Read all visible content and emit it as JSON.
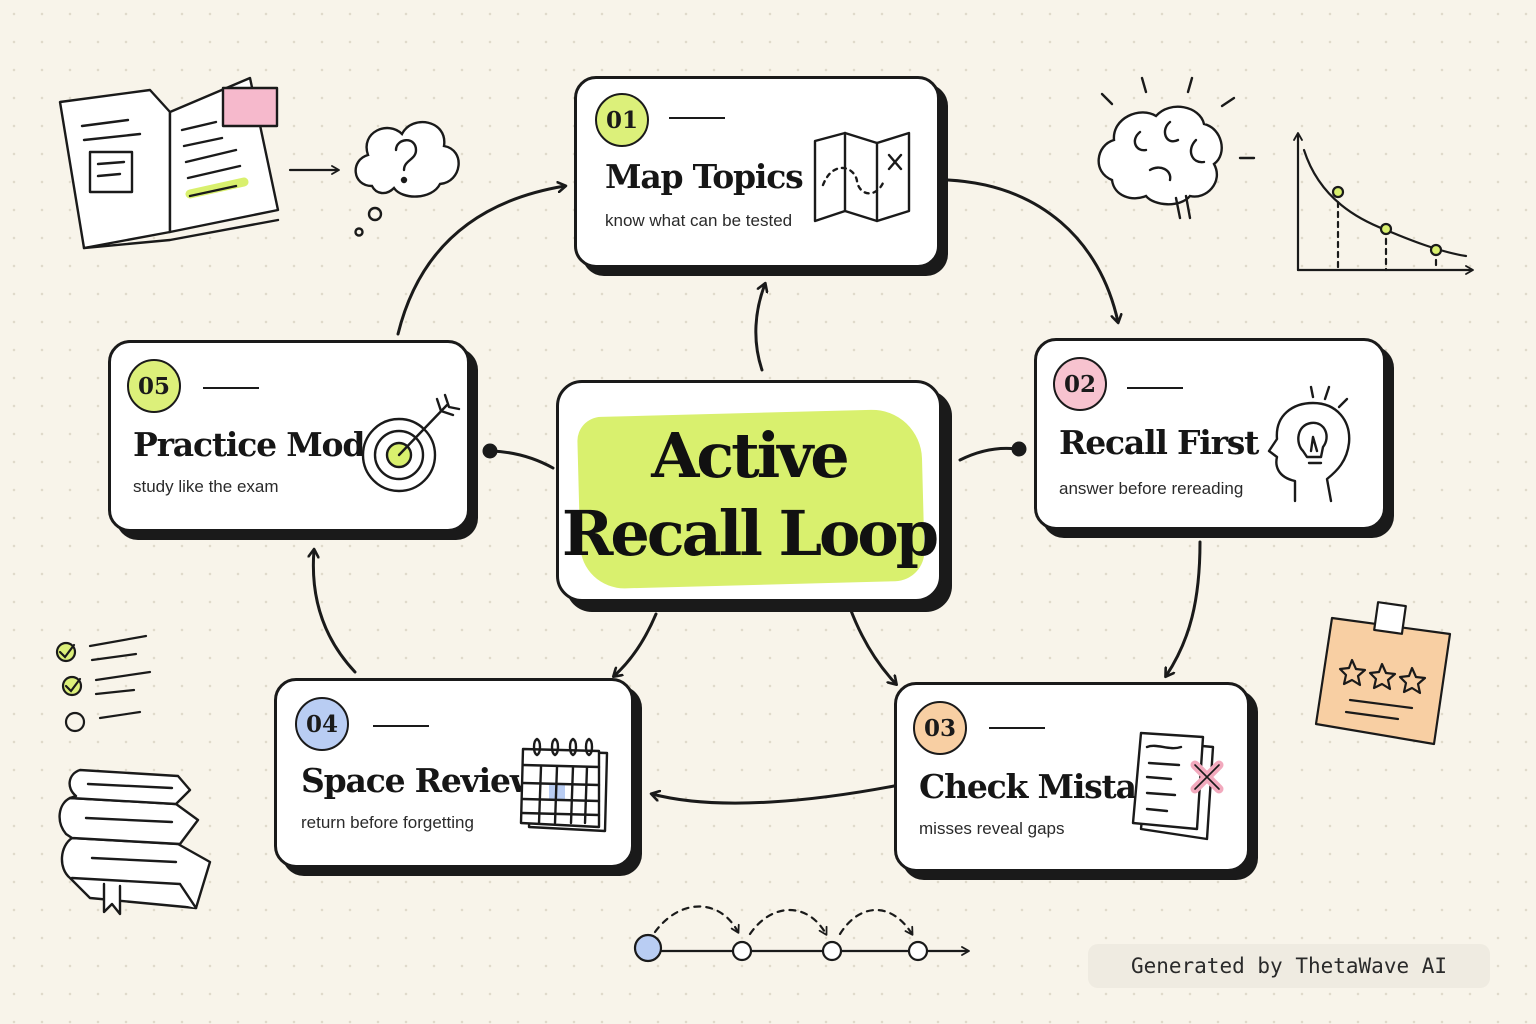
{
  "title": "Active Recall Loop",
  "title_lines": [
    "Active",
    "Recall Loop"
  ],
  "colors": {
    "background": "#f8f4ea",
    "highlight": "#d9f06e",
    "badge_green": "#dcf07a",
    "badge_pink": "#f7c3cf",
    "badge_orange": "#f8cfa3",
    "badge_blue": "#b9cdf3",
    "ink": "#1a1a1a"
  },
  "steps": [
    {
      "id": "map-topics",
      "number": "01",
      "title": "Map Topics",
      "subtitle": "know what can be tested",
      "icon": "map-icon",
      "badge_color": "#dcf07a"
    },
    {
      "id": "recall-first",
      "number": "02",
      "title": "Recall First",
      "subtitle": "answer before rereading",
      "icon": "head-lightbulb-icon",
      "badge_color": "#f7c3cf"
    },
    {
      "id": "check-mistakes",
      "number": "03",
      "title": "Check Mistakes",
      "subtitle": "misses reveal gaps",
      "icon": "document-x-icon",
      "badge_color": "#f8cfa3"
    },
    {
      "id": "space-review",
      "number": "04",
      "title": "Space Review",
      "subtitle": "return before forgetting",
      "icon": "calendar-icon",
      "badge_color": "#b9cdf3"
    },
    {
      "id": "practice-mode",
      "number": "05",
      "title": "Practice Mode",
      "subtitle": "study like the exam",
      "icon": "target-icon",
      "badge_color": "#dcf07a"
    }
  ],
  "flow": [
    "01",
    "02",
    "03",
    "04",
    "05",
    "01"
  ],
  "decorations": [
    "open-book-icon",
    "question-cloud-icon",
    "brain-icon",
    "forgetting-curve-icon",
    "sticky-note-stars-icon",
    "checklist-icon",
    "book-stack-icon",
    "spaced-timeline-icon"
  ],
  "footer": {
    "credit": "Generated by ThetaWave AI"
  }
}
